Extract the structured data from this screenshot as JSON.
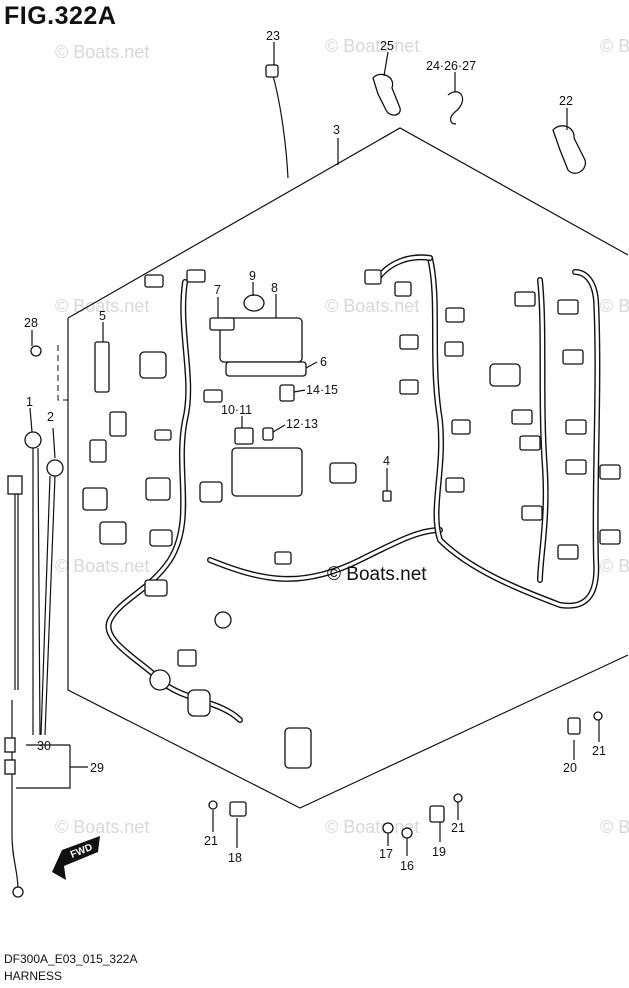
{
  "figure": {
    "title": "FIG.322A",
    "code": "DF300A_E03_015_322A",
    "name": "HARNESS"
  },
  "watermark": {
    "text": "© Boats.net",
    "center_text": "© Boats.net"
  },
  "labels": {
    "l1": "1",
    "l2": "2",
    "l3": "3",
    "l4": "4",
    "l5": "5",
    "l6": "6",
    "l7": "7",
    "l8": "8",
    "l9": "9",
    "l10_11": "10·11",
    "l12_13": "12·13",
    "l14_15": "14·15",
    "l16": "16",
    "l17": "17",
    "l18": "18",
    "l19": "19",
    "l20": "20",
    "l21a": "21",
    "l21b": "21",
    "l21c": "21",
    "l22": "22",
    "l23": "23",
    "l24_26_27": "24·26·27",
    "l25": "25",
    "l28": "28",
    "l29": "29",
    "l30": "30"
  },
  "fwd": {
    "text": "FWD"
  },
  "colors": {
    "line": "#111111",
    "watermark": "#d8d8d8",
    "background": "#ffffff"
  }
}
